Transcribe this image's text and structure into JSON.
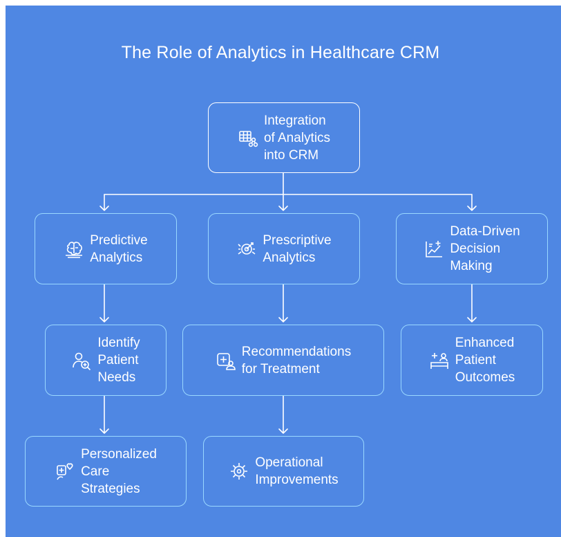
{
  "title": "The Role of Analytics in Healthcare CRM",
  "colors": {
    "background": "#4f87e3",
    "box_border": "#9ad8ff",
    "line": "#ffffff",
    "text": "#ffffff"
  },
  "nodes": {
    "root": {
      "label": "Integration\nof Analytics\ninto CRM",
      "icon": "table-network-icon"
    },
    "predictive": {
      "label": "Predictive\nAnalytics",
      "icon": "brain-icon"
    },
    "prescriptive": {
      "label": "Prescriptive\nAnalytics",
      "icon": "target-arrows-icon"
    },
    "data_driven": {
      "label": "Data-Driven\nDecision\nMaking",
      "icon": "chart-plus-icon"
    },
    "identify": {
      "label": "Identify\nPatient\nNeeds",
      "icon": "user-search-icon"
    },
    "recommendations": {
      "label": "Recommendations\nfor Treatment",
      "icon": "medical-user-icon"
    },
    "outcomes": {
      "label": "Enhanced\nPatient\nOutcomes",
      "icon": "patient-bed-icon"
    },
    "personalized": {
      "label": "Personalized\nCare\nStrategies",
      "icon": "care-heart-icon"
    },
    "operational": {
      "label": "Operational\nImprovements",
      "icon": "gear-tools-icon"
    }
  }
}
